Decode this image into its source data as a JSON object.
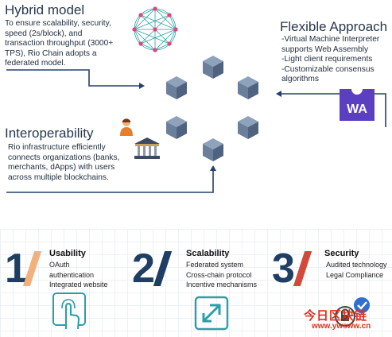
{
  "hybrid": {
    "title": "Hybrid model",
    "text": "To ensure scalability, security, speed (2s/block), and transaction throughput (3000+ TPS), Rio Chain adopts a federated model."
  },
  "flexible": {
    "title": "Flexible Approach",
    "lines": [
      "-Virtual Machine Interpreter supports Web Assembly",
      "-Light client requirements",
      "-Customizable consensus algorithms"
    ],
    "badge": "WA"
  },
  "interop": {
    "title": "Interoperability",
    "text": "Rio infrastructure efficiently connects organizations (banks, merchants, dApps) with users across multiple blockchains."
  },
  "features": [
    {
      "number": "1",
      "title": "Usability",
      "lines": [
        "OAuth",
        "authentication",
        "Integrated website"
      ],
      "slash_color": "#f2b07c"
    },
    {
      "number": "2",
      "title": "Scalability",
      "lines": [
        "Federated system",
        "Cross-chain protocol",
        "Incentive mechanisms"
      ],
      "slash_color": "#1e3e63"
    },
    {
      "number": "3",
      "title": "Security",
      "lines": [
        "Audited technology",
        "Legal Compliance"
      ],
      "slash_color": "#d24a3c"
    }
  ],
  "watermark": {
    "line1": "今日区块链",
    "line2": "www.ywsww.cn"
  },
  "colors": {
    "navy": "#25406a",
    "teal": "#2a9fa6",
    "purple": "#5a3fc0",
    "cube": "#6b7f9a"
  }
}
